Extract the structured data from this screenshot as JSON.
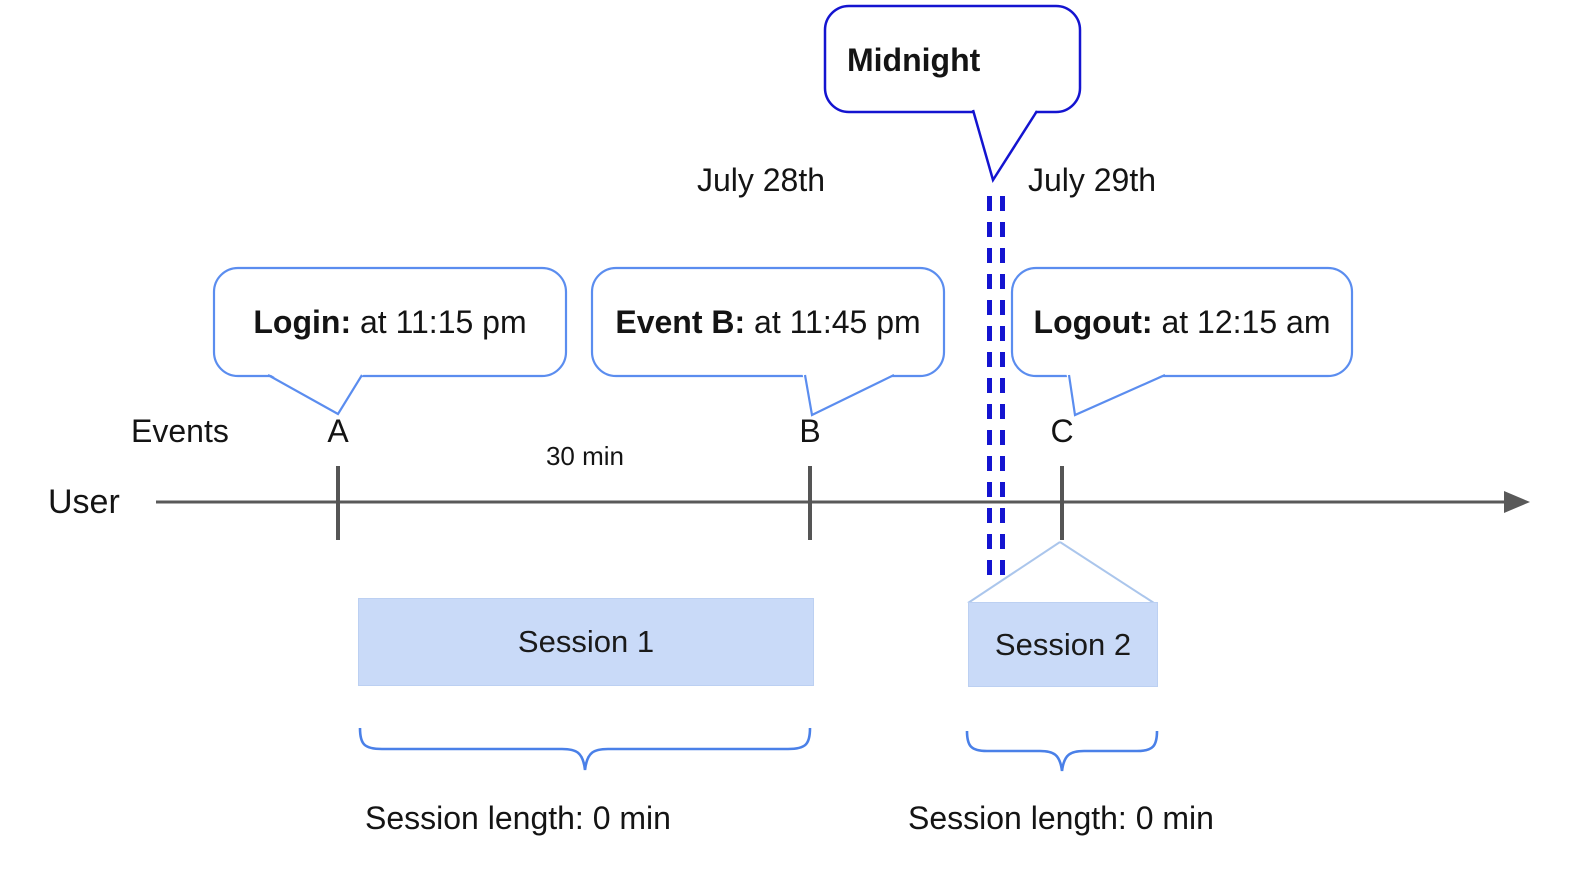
{
  "colors": {
    "strong_blue": "#1414d0",
    "bubble_border_blue": "#5b8def",
    "brace_blue": "#4a80e8",
    "session_fill": "#c9daf8",
    "funnel_blue": "#abc6ec",
    "timeline_gray": "#595959",
    "text_black": "#141414"
  },
  "timeline": {
    "user_label": "User",
    "events_label": "Events",
    "interval_label": "30 min",
    "dates": {
      "before": "July 28th",
      "after": "July 29th"
    },
    "midnight": {
      "label": "Midnight"
    }
  },
  "events": [
    {
      "id": "A",
      "bold": "Login:",
      "rest": " at 11:15 pm"
    },
    {
      "id": "B",
      "bold": "Event B:",
      "rest": " at 11:45 pm"
    },
    {
      "id": "C",
      "bold": "Logout:",
      "rest": " at 12:15 am"
    }
  ],
  "sessions": [
    {
      "label": "Session 1",
      "length": "Session length: 0 min"
    },
    {
      "label": "Session 2",
      "length": "Session length: 0 min"
    }
  ]
}
